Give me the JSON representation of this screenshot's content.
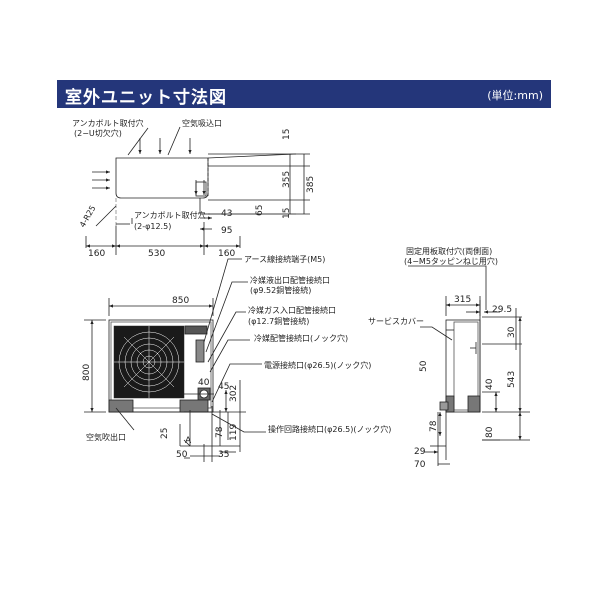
{
  "header": {
    "title": "室外ユニット寸法図",
    "unit": "(単位:mm)"
  },
  "top_view": {
    "anchor_hole_label_1": "アンカボルト取付穴",
    "anchor_hole_label_2": "(2−U切欠穴)",
    "air_inlet_label": "空気吸込口",
    "radius_label": "4-R25",
    "anchor_bolt_label": "アンカボルト取付穴",
    "anchor_bolt_size": "(2-φ12.5)",
    "dims": {
      "d15_top": "15",
      "d355": "355",
      "d385": "385",
      "d65": "65",
      "d15_bottom": "15",
      "d43": "43",
      "d95": "95",
      "d160_left": "160",
      "d530": "530",
      "d160_right": "160"
    }
  },
  "front_view": {
    "dim_850": "850",
    "dim_800": "800",
    "earth_terminal_label": "アース線接続端子(M5)",
    "liquid_port_label_1": "冷媒液出口配管接続口",
    "liquid_port_label_2": "(φ9.52銅管接続)",
    "gas_port_label_1": "冷媒ガス入口配管接続口",
    "gas_port_label_2": "(φ12.7銅管接続)",
    "refrigerant_port_label": "冷媒配管接続口(ノック穴)",
    "power_port_label": "電源接続口(φ26.5)(ノック穴)",
    "control_port_label": "操作回路接続口(φ26.5)(ノック穴)",
    "air_outlet_label": "空気吹出口",
    "section_mark": "A",
    "dims": {
      "d40": "40",
      "d45": "45",
      "d302": "302",
      "d25": "25",
      "d78": "78",
      "d119": "119",
      "d50": "50",
      "d35": "35"
    }
  },
  "side_view": {
    "fixing_hole_label_1": "固定用板取付穴(両側面)",
    "fixing_hole_label_2": "(4−M5タッピンねじ用穴)",
    "service_cover_label": "サービスカバー",
    "dims": {
      "d315": "315",
      "d29_5": "29.5",
      "d30": "30",
      "d50": "50",
      "d40": "40",
      "d543": "543",
      "d78": "78",
      "d80": "80",
      "d29": "29",
      "d70": "70"
    }
  }
}
